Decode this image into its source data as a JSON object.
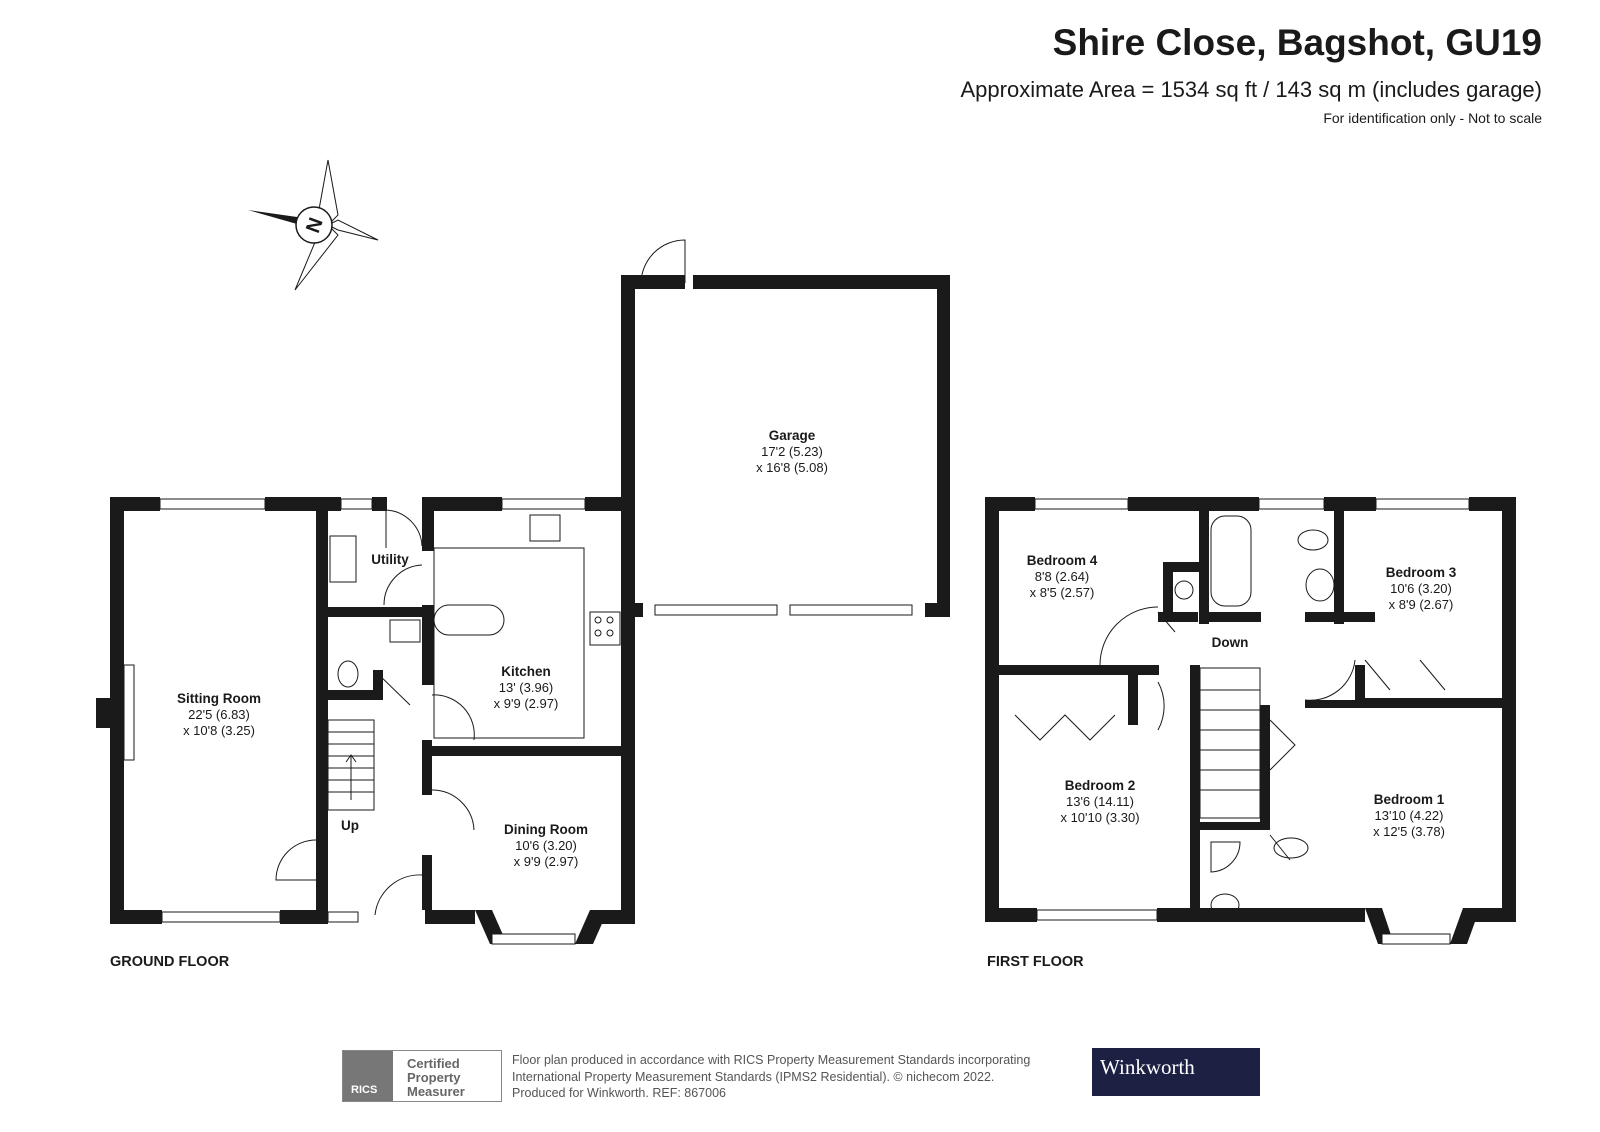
{
  "header": {
    "title": "Shire Close, Bagshot, GU19",
    "area": "Approximate Area = 1534 sq ft / 143 sq m (includes garage)",
    "note": "For identification only - Not to scale"
  },
  "compass": {
    "label": "N"
  },
  "ground_floor": {
    "label": "GROUND FLOOR",
    "rooms": {
      "garage": {
        "name": "Garage",
        "dim1": "17'2 (5.23)",
        "dim2": "x 16'8 (5.08)"
      },
      "sitting": {
        "name": "Sitting Room",
        "dim1": "22'5 (6.83)",
        "dim2": "x 10'8 (3.25)"
      },
      "kitchen": {
        "name": "Kitchen",
        "dim1": "13' (3.96)",
        "dim2": "x 9'9 (2.97)"
      },
      "dining": {
        "name": "Dining Room",
        "dim1": "10'6 (3.20)",
        "dim2": "x 9'9 (2.97)"
      },
      "utility": {
        "name": "Utility"
      },
      "up": {
        "name": "Up"
      }
    }
  },
  "first_floor": {
    "label": "FIRST FLOOR",
    "rooms": {
      "bed4": {
        "name": "Bedroom 4",
        "dim1": "8'8 (2.64)",
        "dim2": "x 8'5 (2.57)"
      },
      "bed3": {
        "name": "Bedroom 3",
        "dim1": "10'6 (3.20)",
        "dim2": "x 8'9 (2.67)"
      },
      "bed2": {
        "name": "Bedroom 2",
        "dim1": "13'6 (14.11)",
        "dim2": "x 10'10 (3.30)"
      },
      "bed1": {
        "name": "Bedroom 1",
        "dim1": "13'10 (4.22)",
        "dim2": "x 12'5 (3.78)"
      },
      "down": {
        "name": "Down"
      }
    }
  },
  "footer": {
    "rics_logo": "RICS",
    "rics_badge": "Certified Property Measurer",
    "line1": "Floor plan produced in accordance with RICS Property Measurement Standards incorporating",
    "line2": "International Property Measurement Standards (IPMS2 Residential).  © nichecom 2022.",
    "line3": "Produced for Winkworth.    REF: 867006",
    "agent": "Winkworth"
  }
}
